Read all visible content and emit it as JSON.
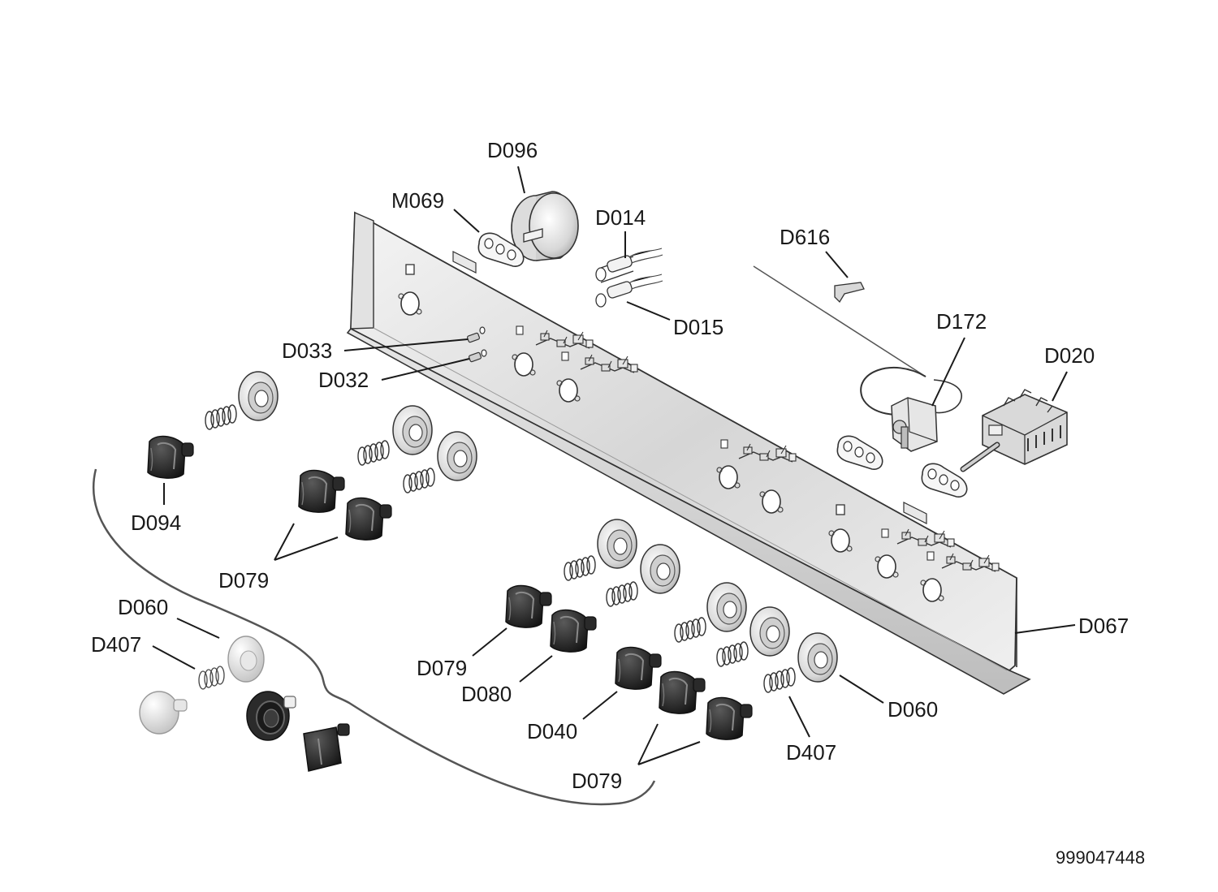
{
  "diagram": {
    "reference_number": "999047448",
    "labels": {
      "d096": "D096",
      "m069": "M069",
      "d014": "D014",
      "d616": "D616",
      "d015": "D015",
      "d172": "D172",
      "d020": "D020",
      "d033": "D033",
      "d032": "D032",
      "d094": "D094",
      "d079_a": "D079",
      "d060_a": "D060",
      "d407_a": "D407",
      "d079_b": "D079",
      "d080": "D080",
      "d040": "D040",
      "d079_c": "D079",
      "d067": "D067",
      "d060_b": "D060",
      "d407_b": "D407"
    }
  }
}
